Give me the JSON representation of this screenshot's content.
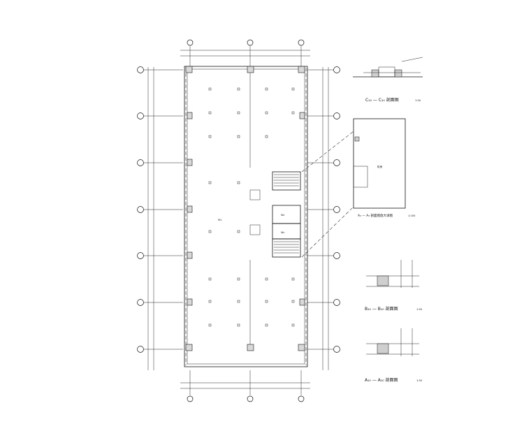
{
  "plan": {
    "room_labels": [
      "Wc",
      "Wc",
      "M1"
    ],
    "main_room_label": "M1",
    "section_labels": {
      "c": "C₁₀ — C₁₀ 剖面图",
      "c_scale": "1:50",
      "ar": "A₃ — A₃ 剖面图放大详图",
      "ar_scale": "1:100",
      "b": "B₁₀ — B₁₀ 剖面图",
      "b_scale": "1:50",
      "a": "A₁₀ — A₁₀ 剖面图",
      "a_scale": "1:50"
    },
    "detail_room_label": "机房"
  },
  "icons": {
    "axis_bubble": "axis-bubble-icon",
    "column": "column-icon"
  }
}
